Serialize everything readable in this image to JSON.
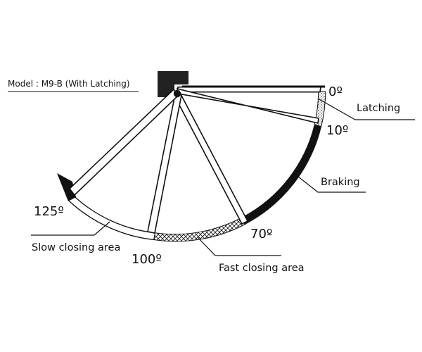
{
  "model_label": "Model : M9-B (With Latching)",
  "angles": {
    "a0": "0º",
    "a10": "10º",
    "a70": "70º",
    "a100": "100º",
    "a125": "125º"
  },
  "zones": {
    "latching": "Latching",
    "braking": "Braking",
    "fast": "Fast closing area",
    "slow": "Slow closing area"
  },
  "colors": {
    "ink": "#111111",
    "wall": "#222222",
    "background": "#ffffff"
  }
}
